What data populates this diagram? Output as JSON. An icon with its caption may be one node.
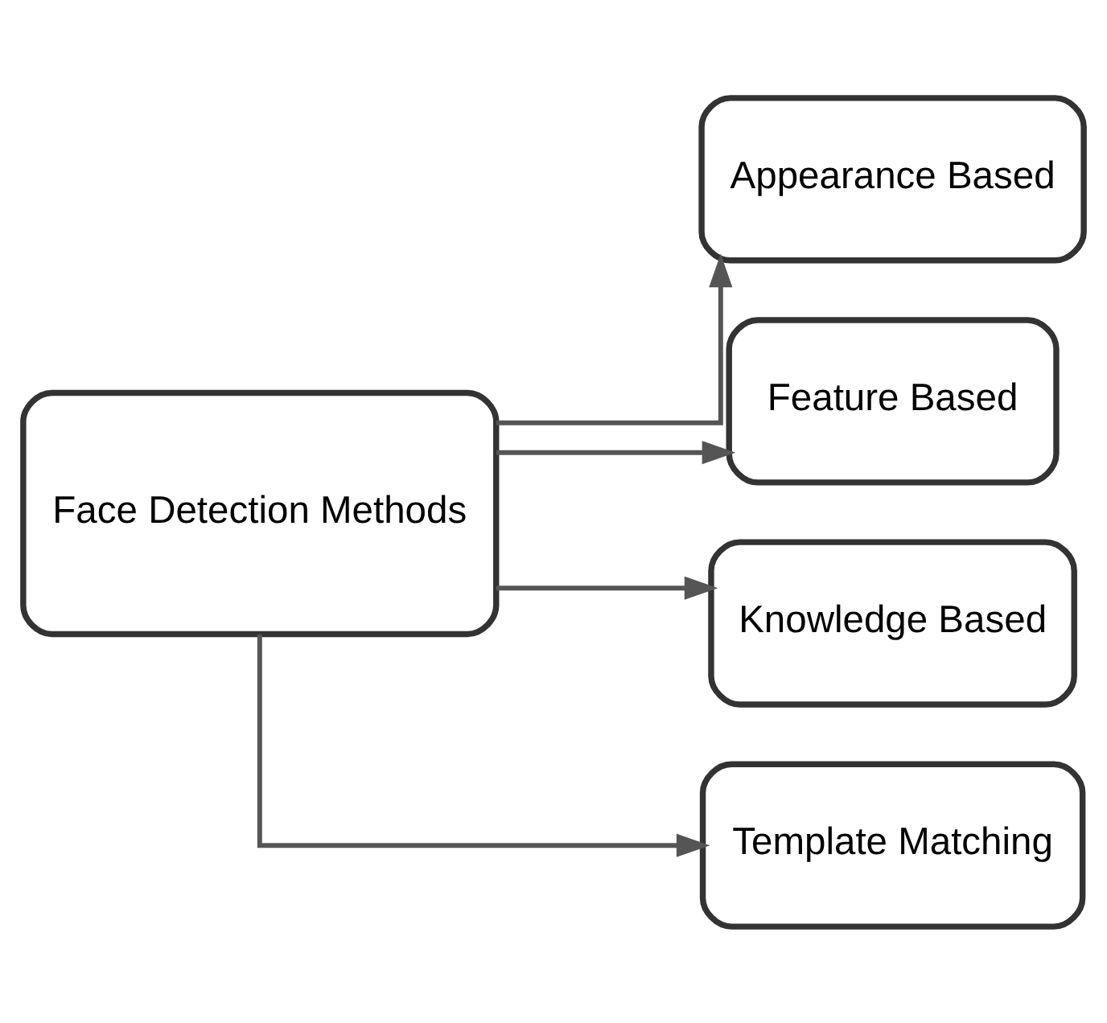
{
  "diagram": {
    "nodes": [
      {
        "text": [
          "Face Detection Methods"
        ]
      },
      {
        "text": [
          "Appearance Based"
        ]
      },
      {
        "text": [
          "Feature Based"
        ]
      },
      {
        "text": [
          "Knowledge Based"
        ]
      },
      {
        "text": [
          "Template Matching"
        ]
      }
    ],
    "edges": [
      {
        "from": 0,
        "to": 1,
        "arrow": "to"
      },
      {
        "from": 0,
        "to": 2,
        "arrow": "to"
      },
      {
        "from": 0,
        "to": 3,
        "arrow": "to"
      },
      {
        "from": 0,
        "to": 4,
        "arrow": "to"
      }
    ]
  }
}
